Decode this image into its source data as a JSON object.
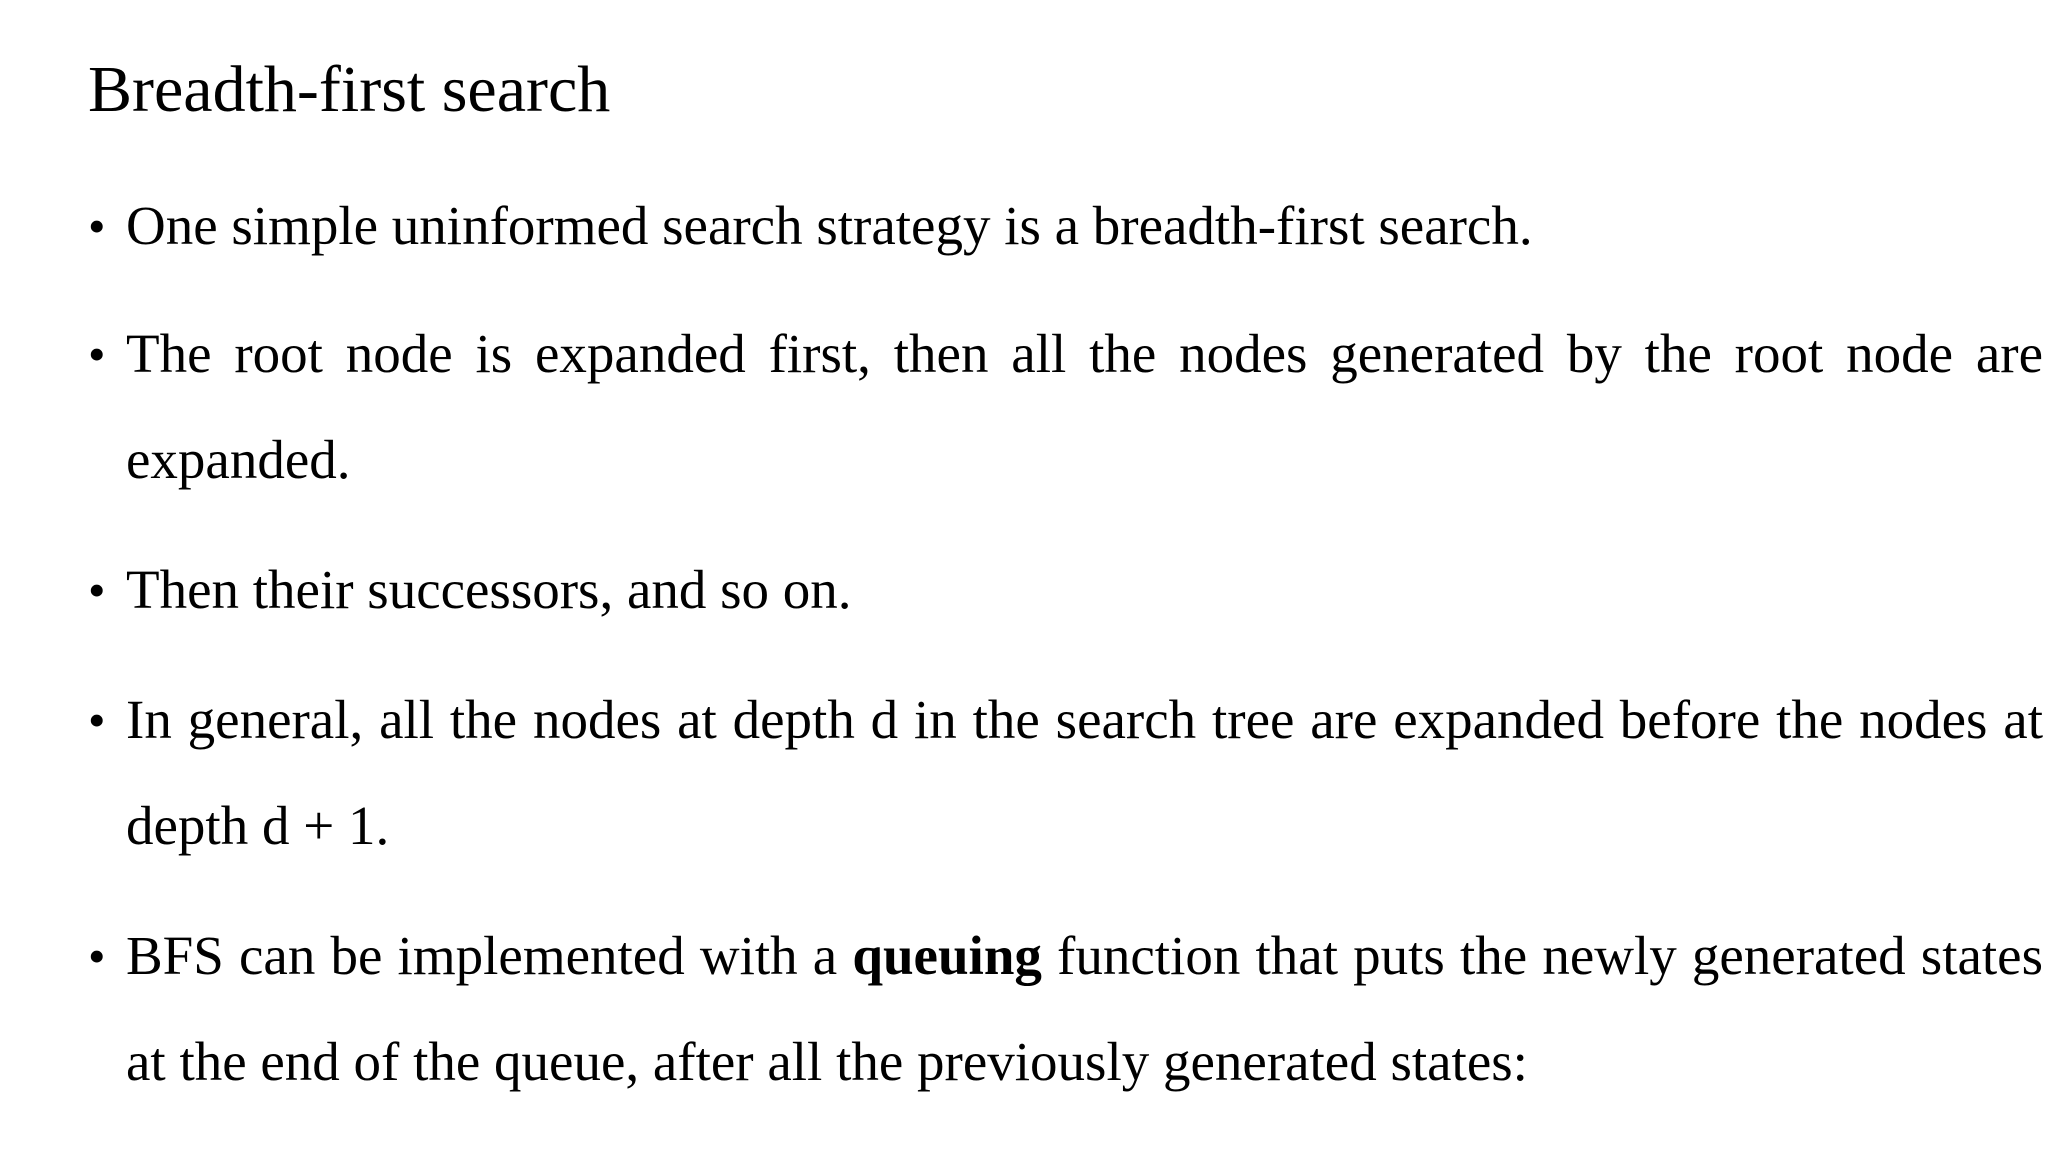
{
  "slide": {
    "title": "Breadth-first search",
    "bullet_symbol": "•",
    "bullets": [
      {
        "text": "One simple uninformed search strategy is a breadth-first search."
      },
      {
        "text": "The root node is expanded first, then all the nodes generated by the root node are expanded."
      },
      {
        "text": "Then their successors, and so on."
      },
      {
        "text": "In general, all the nodes at depth d in the search tree are expanded before the nodes at depth d + 1."
      },
      {
        "text_before": "BFS can be implemented with a ",
        "emphasis": "queuing",
        "text_after": " function that puts the newly generated states at the end of the queue, after all the previously generated states:"
      }
    ]
  }
}
